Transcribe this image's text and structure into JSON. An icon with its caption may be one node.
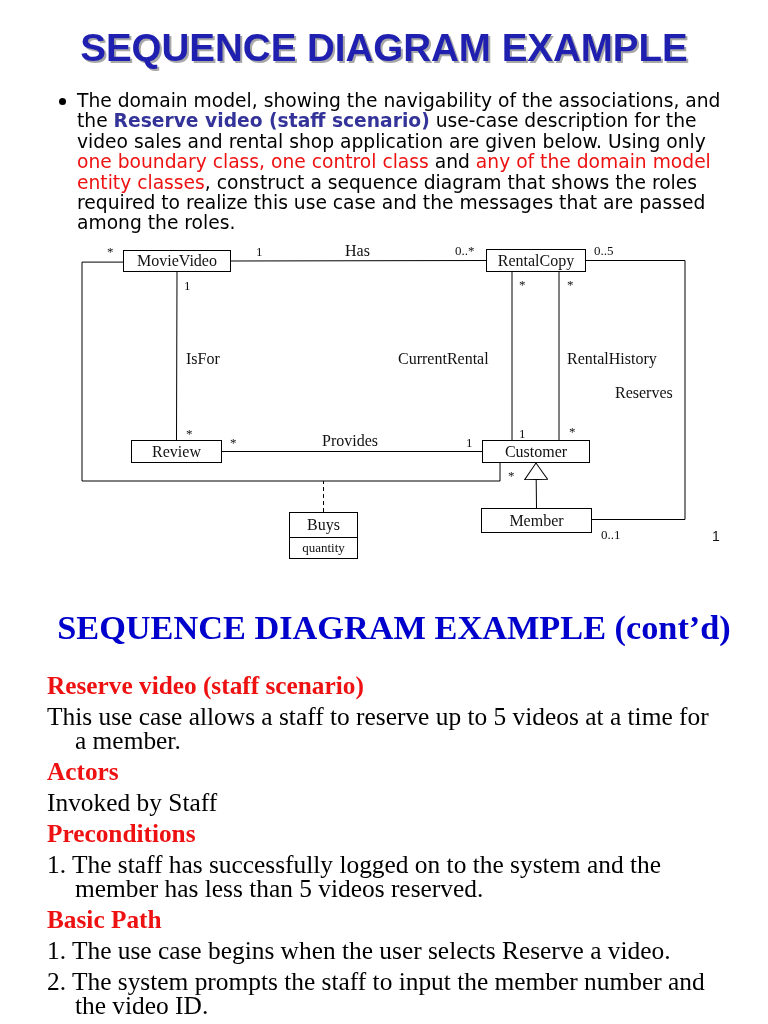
{
  "diagram": {
    "title": "SEQUENCE DIAGRAM EXAMPLE",
    "nodes": [
      {
        "text": [
          "MovieVideo"
        ]
      },
      {
        "text": [
          "RentalCopy"
        ]
      },
      {
        "text": [
          "Review"
        ]
      },
      {
        "text": [
          "Customer"
        ]
      },
      {
        "text": [
          "Buys",
          "quantity"
        ]
      },
      {
        "text": [
          "Member"
        ]
      }
    ],
    "edges": [
      {
        "from": 0,
        "to": 1,
        "arrow": "none",
        "label": "Has"
      },
      {
        "from": 0,
        "to": 2,
        "arrow": "none",
        "label": "IsFor"
      },
      {
        "from": 1,
        "to": 3,
        "arrow": "none",
        "label": "CurrentRental"
      },
      {
        "from": 1,
        "to": 3,
        "arrow": "none",
        "label": "RentalHistory"
      },
      {
        "from": 1,
        "to": 5,
        "arrow": "none",
        "label": "Reserves"
      },
      {
        "from": 2,
        "to": 3,
        "arrow": "none",
        "label": "Provides"
      },
      {
        "from": 0,
        "to": 3,
        "arrow": "none"
      },
      {
        "from": 4,
        "to": null,
        "arrow": "none",
        "style": "dashed"
      },
      {
        "from": 5,
        "to": 3,
        "arrow": "to"
      }
    ],
    "labels": [
      "The domain model, showing the navigability of the associations, and the **Reserve video (staff scenario)** use-case description for the video sales and rental shop application are given below. Using only *one boundary class, one control class* and *any of the domain model entity classes*, construct a sequence diagram that shows the roles required to realize this use case and the messages that are passed among the roles.",
      "*",
      "1",
      "0..*",
      "0..5",
      "1",
      "*",
      "*",
      "*",
      "*",
      "1",
      "1",
      "*",
      "*",
      "0..1",
      "1",
      "SEQUENCE DIAGRAM EXAMPLE (cont’d)",
      "Reserve video (staff scenario)",
      "This use case allows a staff to reserve up to 5 videos at a time for a member.",
      "Actors",
      "Invoked by Staff",
      "Preconditions",
      "1. The staff has successfully logged on to the system and the member has less than 5 videos reserved.",
      "Basic Path",
      "1. The use case begins when the user selects Reserve a video.",
      "2. The system prompts the staff to input the member number and the video ID."
    ]
  }
}
